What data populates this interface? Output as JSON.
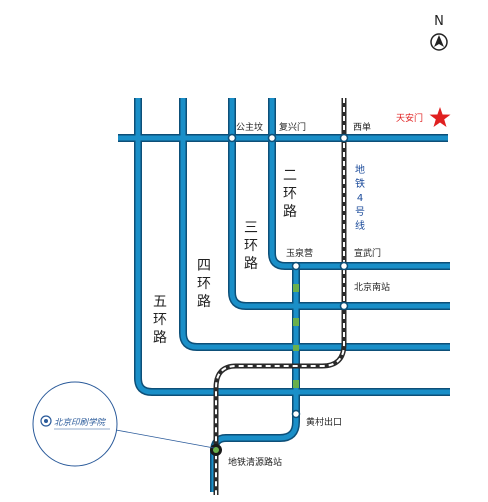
{
  "compass": {
    "letter": "N"
  },
  "landmark": {
    "label": "天安门",
    "color": "#e02020"
  },
  "roads": [
    {
      "id": "road-5",
      "chars": [
        "五",
        "环",
        "路"
      ]
    },
    {
      "id": "road-4",
      "chars": [
        "四",
        "环",
        "路"
      ]
    },
    {
      "id": "road-3",
      "chars": [
        "三",
        "环",
        "路"
      ]
    },
    {
      "id": "road-2",
      "chars": [
        "二",
        "环",
        "路"
      ]
    }
  ],
  "subway_line": {
    "chars": [
      "地",
      "铁",
      "4",
      "号",
      "线"
    ],
    "color": "#1a4a9a"
  },
  "stations": {
    "gongzhufen": "公主坟",
    "fuxingmen": "复兴门",
    "xidan": "西单",
    "yuquanying": "玉泉营",
    "xuanwumen": "宣武门",
    "beijing_south": "北京南站",
    "huangcun_exit": "黄村出口",
    "qingyuan_road": "地铁清源路站"
  },
  "colors": {
    "road": "#1a8fc8",
    "road_edge": "#0d4f78",
    "rail": "#2a2a2a",
    "accent": "#6ab04c"
  },
  "logo": {
    "text": "北京印刷学院"
  }
}
